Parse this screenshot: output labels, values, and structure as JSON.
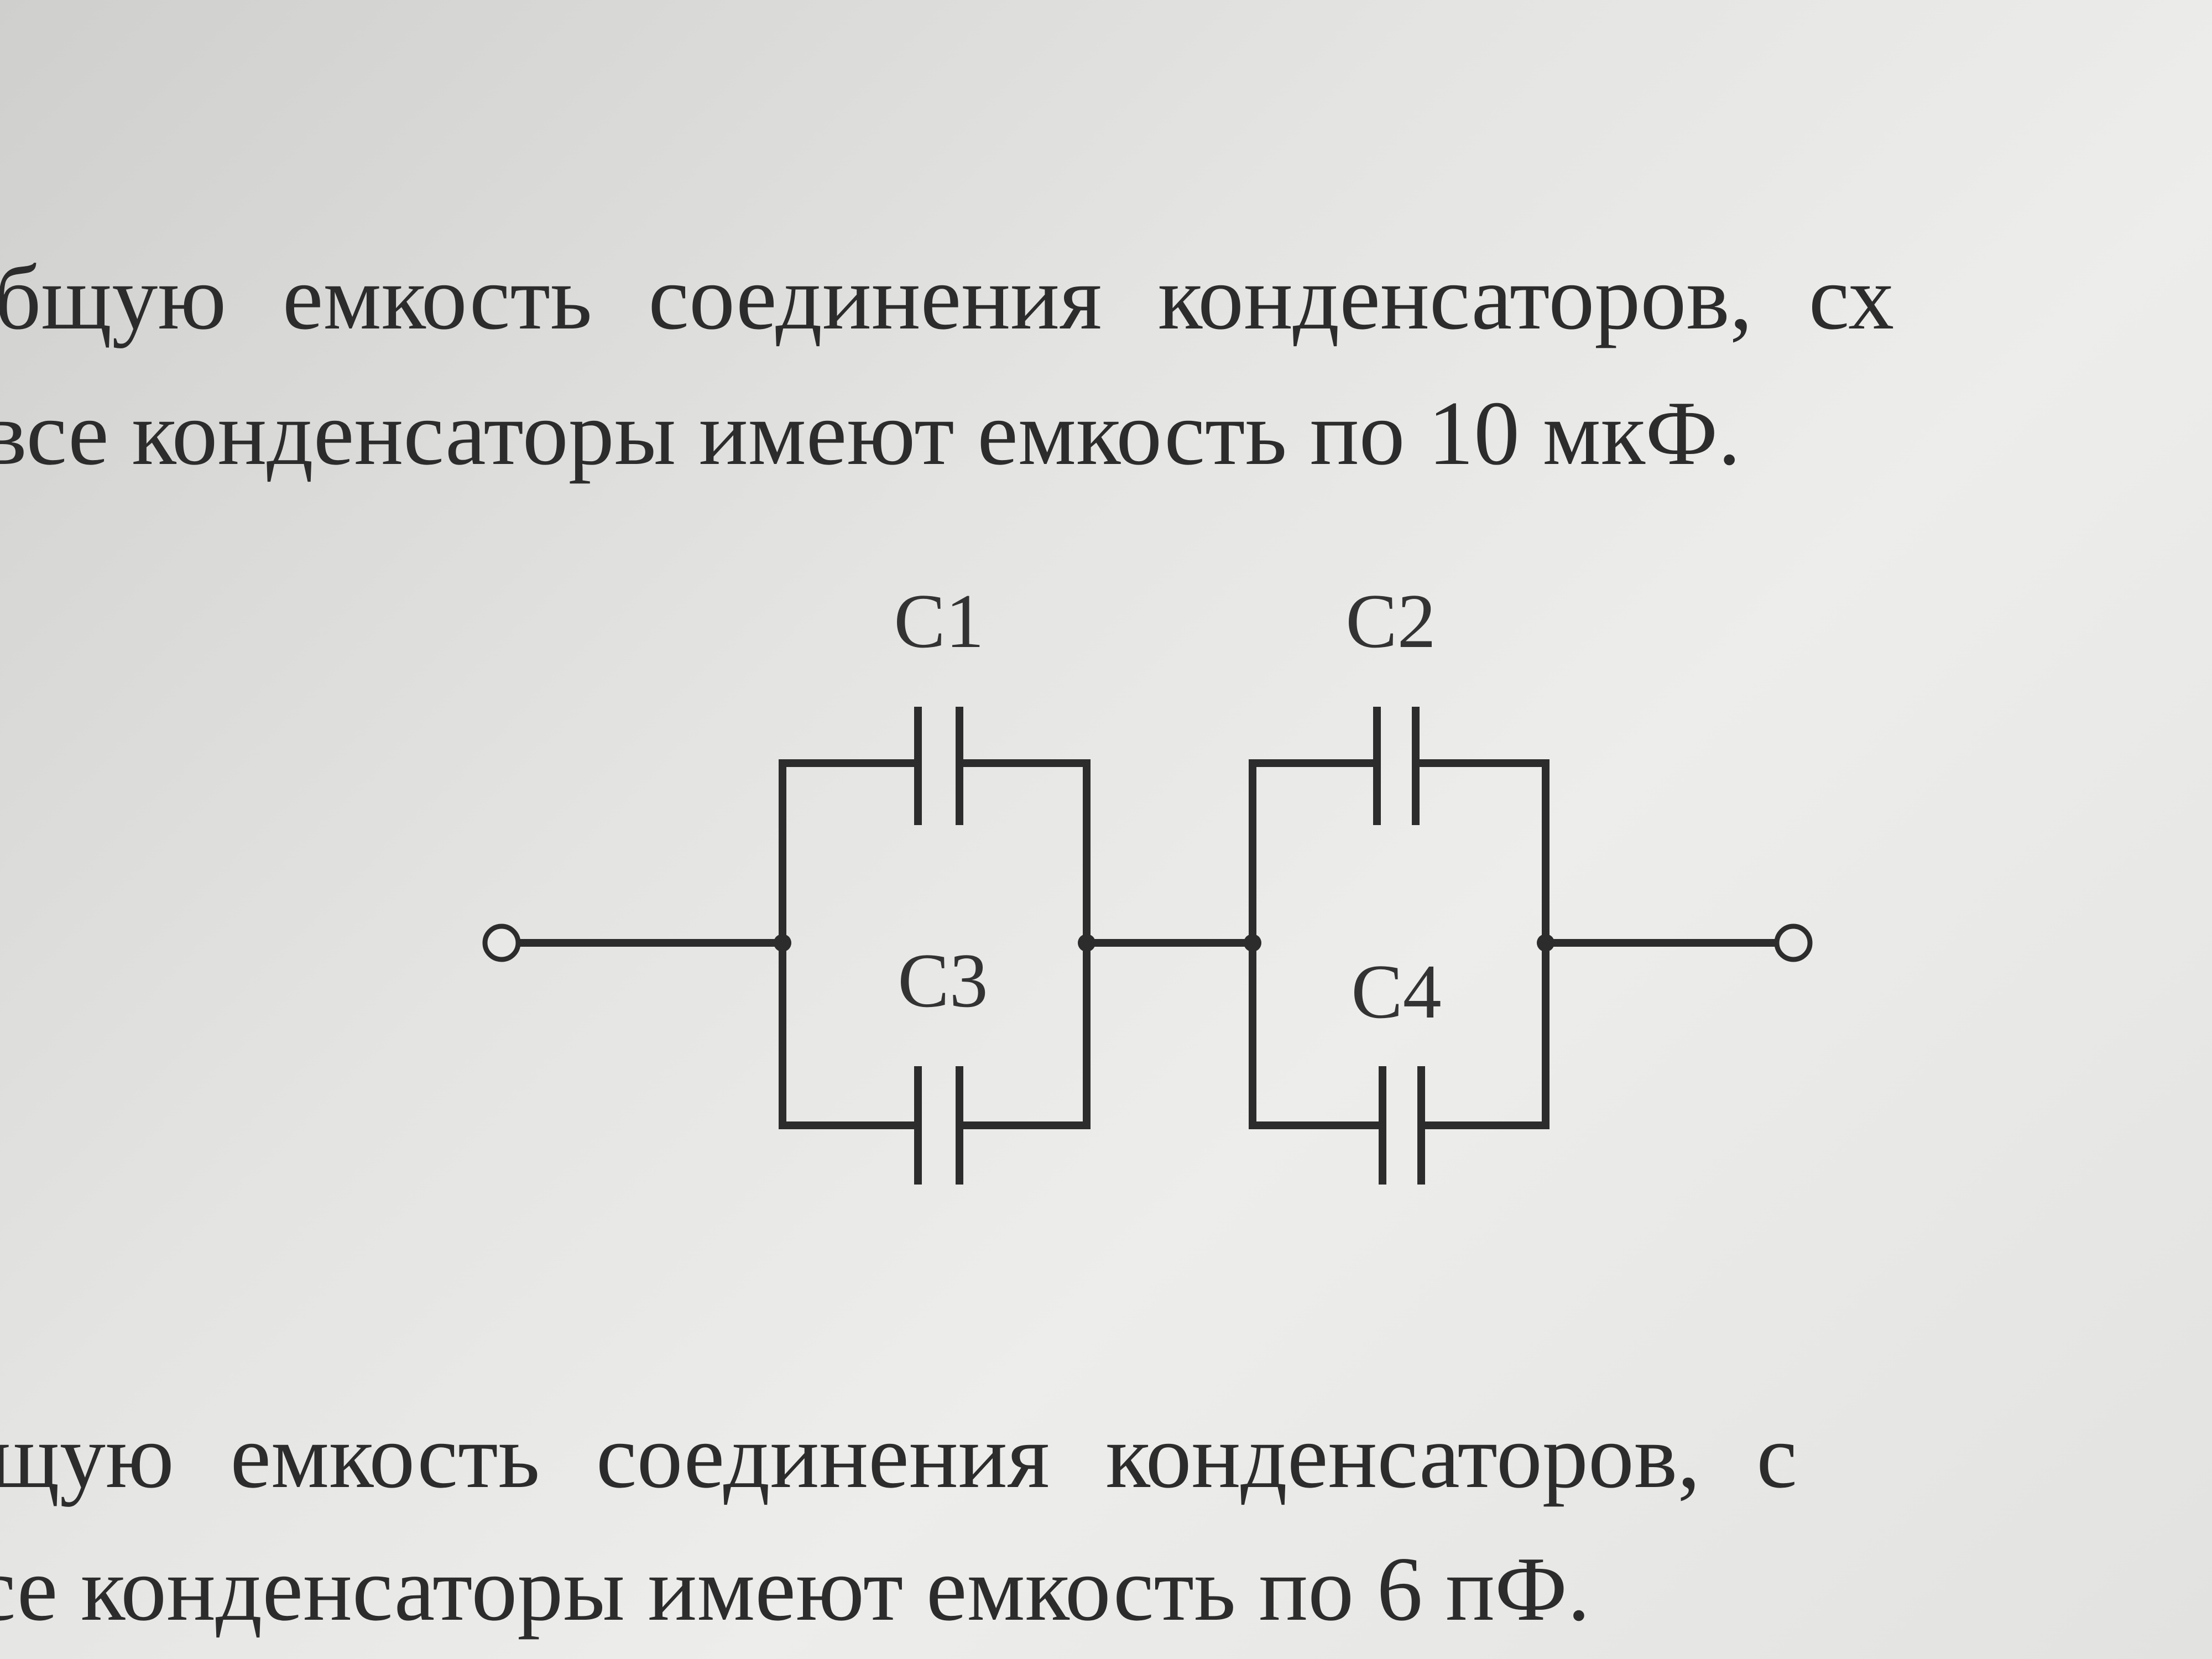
{
  "text": {
    "line1": "бщую емкость соединения конденсаторов, сх",
    "line2": "все конденсаторы имеют емкость по 10 мкФ.",
    "line3": "щую емкость соединения конденсаторов, с",
    "line4": "се конденсаторы имеют емкость по 6 пФ."
  },
  "circuit": {
    "capacitors": [
      {
        "id": "c1",
        "label": "C1"
      },
      {
        "id": "c2",
        "label": "C2"
      },
      {
        "id": "c3",
        "label": "C3"
      },
      {
        "id": "c4",
        "label": "C4"
      }
    ]
  },
  "colors": {
    "ink": "#2c2c2c",
    "paper": "#e4e4e2"
  }
}
